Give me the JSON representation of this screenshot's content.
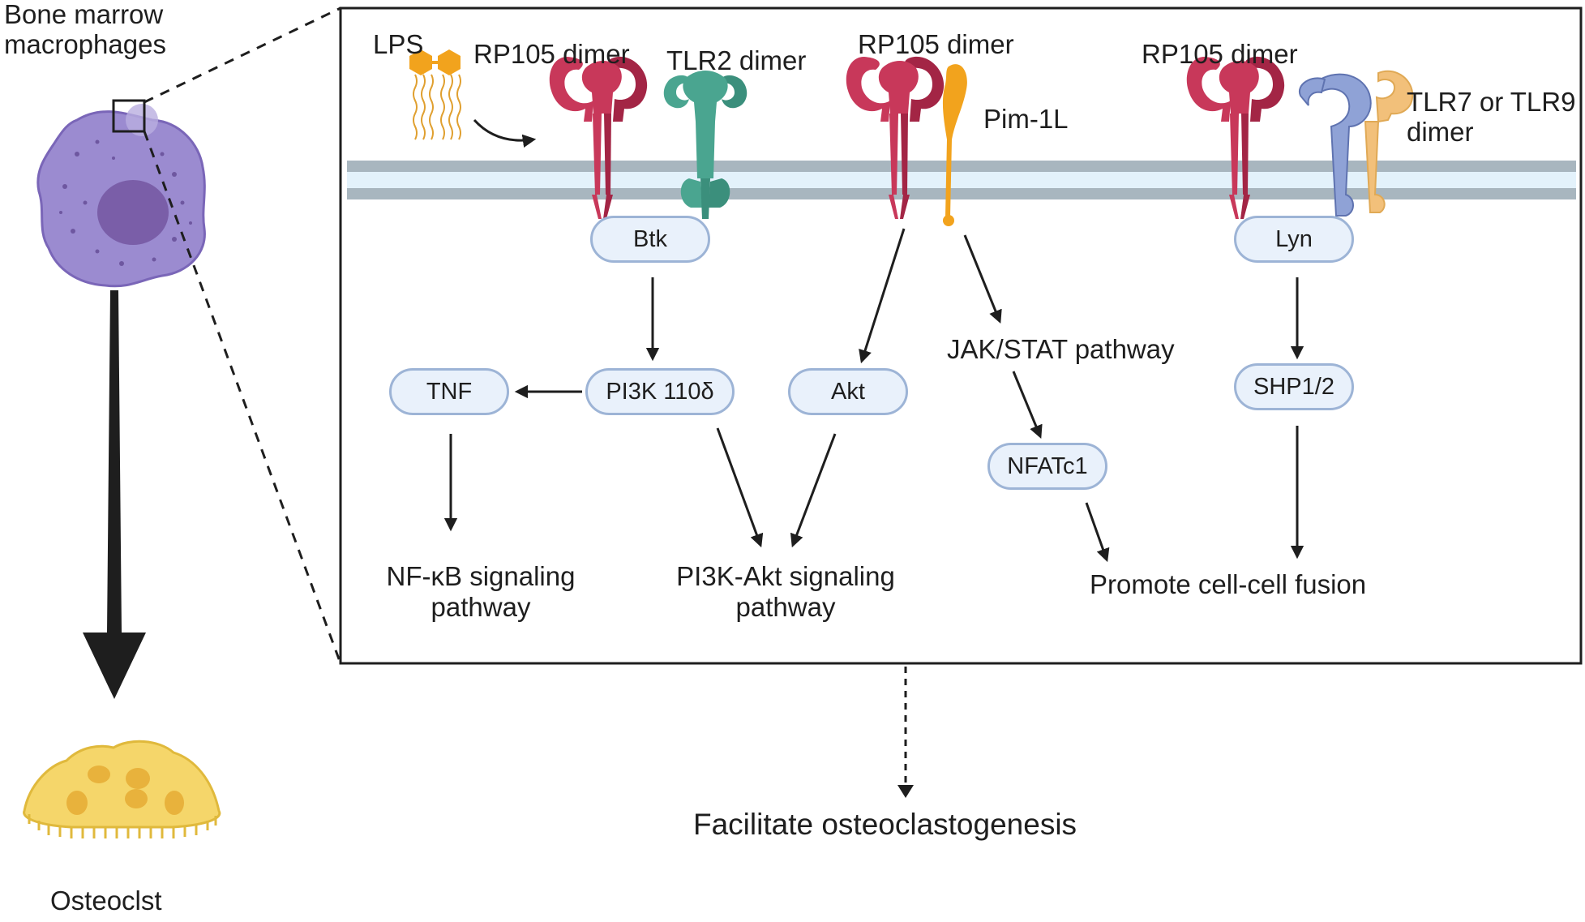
{
  "cell_labels": {
    "source": "Bone marrow\nmacrophages",
    "target": "Osteoclst"
  },
  "receptors": {
    "lps": "LPS",
    "rp105_a": "RP105 dimer",
    "tlr2": "TLR2 dimer",
    "rp105_b": "RP105 dimer",
    "pim1l": "Pim-1L",
    "rp105_c": "RP105 dimer",
    "tlr79": "TLR7 or TLR9\ndimer"
  },
  "nodes": {
    "btk": "Btk",
    "pi3k": "PI3K 110δ",
    "tnf": "TNF",
    "akt": "Akt",
    "jakstat": "JAK/STAT pathway",
    "nfatc1": "NFATc1",
    "lyn": "Lyn",
    "shp": "SHP1/2"
  },
  "outcomes": {
    "nfkb": "NF-κB signaling\npathway",
    "pi3kakt": "PI3K-Akt signaling\npathway",
    "fusion": "Promote cell-cell fusion",
    "final": "Facilitate osteoclastogenesis"
  },
  "colors": {
    "rp105": "#c8385a",
    "rp105_dark": "#a32545",
    "tlr2": "#4aa590",
    "pim1l": "#f2a31d",
    "tlr7_blue": "#8fa2d6",
    "tlr9_peach": "#f2c07a",
    "macrophage": "#9b8bd0",
    "nucleus": "#7a5ea8",
    "osteoclast": "#f5d66a",
    "membrane_outer": "#a8b6bf",
    "membrane_inner": "#e3f2fb",
    "node_fill": "#e9f1fb",
    "node_border": "#9db4d6"
  }
}
